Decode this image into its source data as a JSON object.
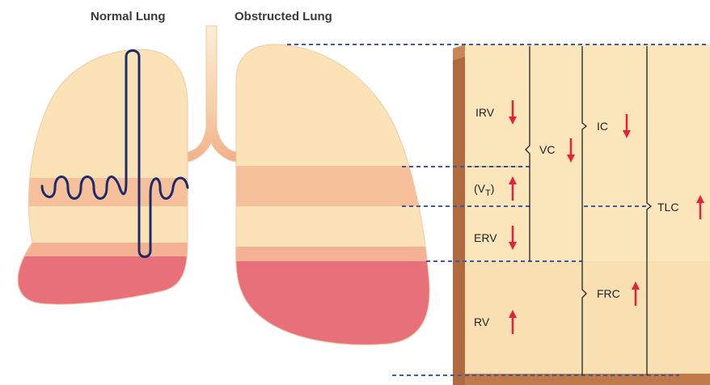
{
  "titles": {
    "normal": "Normal Lung",
    "obstructed": "Obstructed Lung"
  },
  "labels": {
    "irv": "IRV",
    "vt_main": "(V",
    "vt_sub": "T",
    "vt_close": ")",
    "erv": "ERV",
    "rv": "RV",
    "vc": "VC",
    "ic": "IC",
    "frc": "FRC",
    "tlc": "TLC"
  },
  "arrows": {
    "irv": "down",
    "vt": "up",
    "erv": "down",
    "rv": "up",
    "vc": "down",
    "ic": "down",
    "frc": "up",
    "tlc": "up"
  },
  "colors": {
    "lung_pale": "#fbe3b7",
    "lung_band": "#f6c09a",
    "lung_dark": "#e8707a",
    "box_face": "#fbe5bb",
    "box_edge": "#b06a3e",
    "arrow": "#e8203a",
    "trace": "#1d2a6b",
    "guide": "#3c5aa0"
  }
}
